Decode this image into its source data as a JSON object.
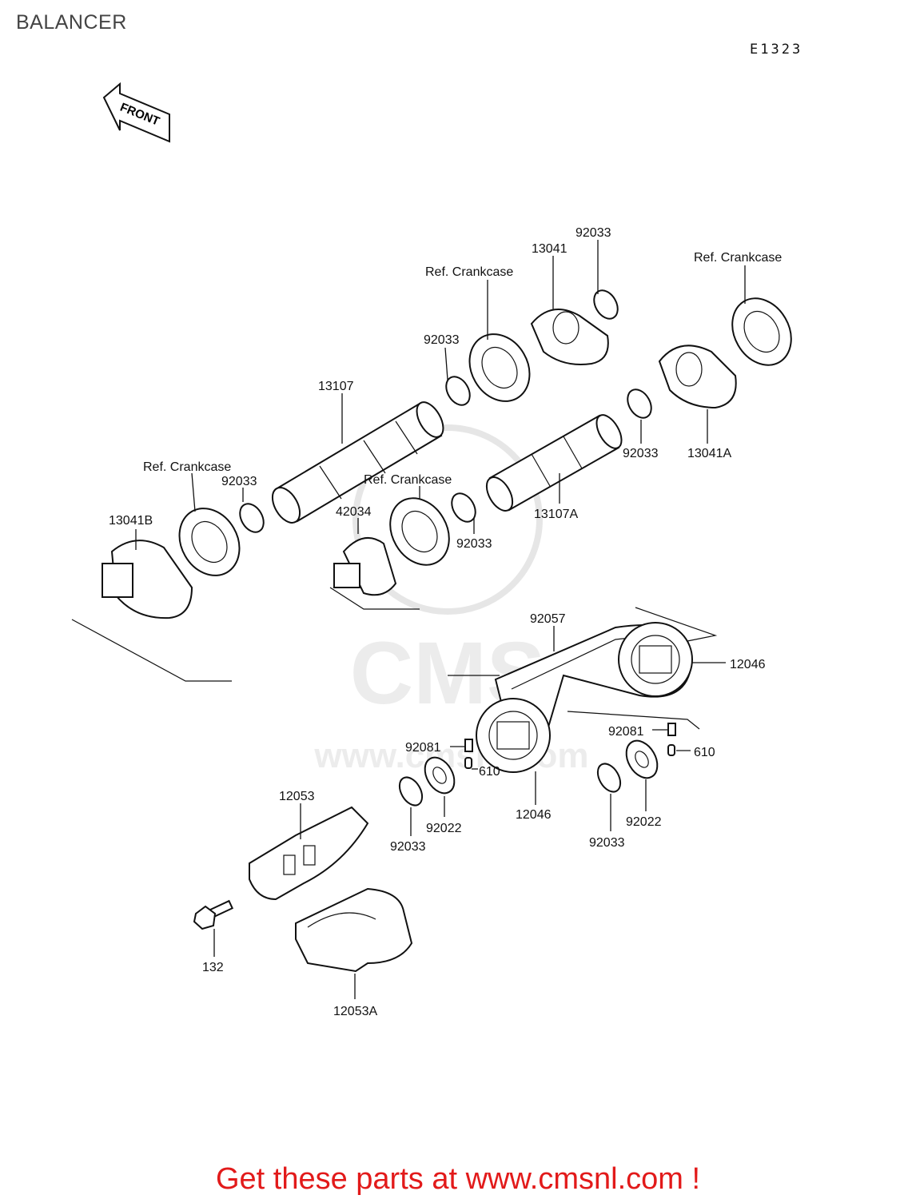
{
  "page": {
    "title": "BALANCER",
    "diagram_code": "E1323",
    "front_arrow_text": "FRONT",
    "promo_text": "Get these parts at www.cmsnl.com !",
    "watermark": {
      "text_main": "CMS",
      "text_url": "www.cmsnl.com"
    }
  },
  "labels": {
    "l_92033_top": "92033",
    "l_13041": "13041",
    "l_ref_crank_1": "Ref. Crankcase",
    "l_ref_crank_2": "Ref. Crankcase",
    "l_92033_b": "92033",
    "l_13107": "13107",
    "l_92033_c": "92033",
    "l_13041A": "13041A",
    "l_ref_crank_3": "Ref. Crankcase",
    "l_92033_d": "92033",
    "l_13041B": "13041B",
    "l_ref_crank_4": "Ref. Crankcase",
    "l_42034": "42034",
    "l_92033_e": "92033",
    "l_13107A": "13107A",
    "l_92057": "92057",
    "l_12046_r": "12046",
    "l_92081_r": "92081",
    "l_610_r": "610",
    "l_92081_l": "92081",
    "l_610_l": "610",
    "l_12053": "12053",
    "l_92022_l": "92022",
    "l_92033_f": "92033",
    "l_12046_b": "12046",
    "l_92022_r": "92022",
    "l_92033_g": "92033",
    "l_132": "132",
    "l_12053A": "12053A"
  }
}
